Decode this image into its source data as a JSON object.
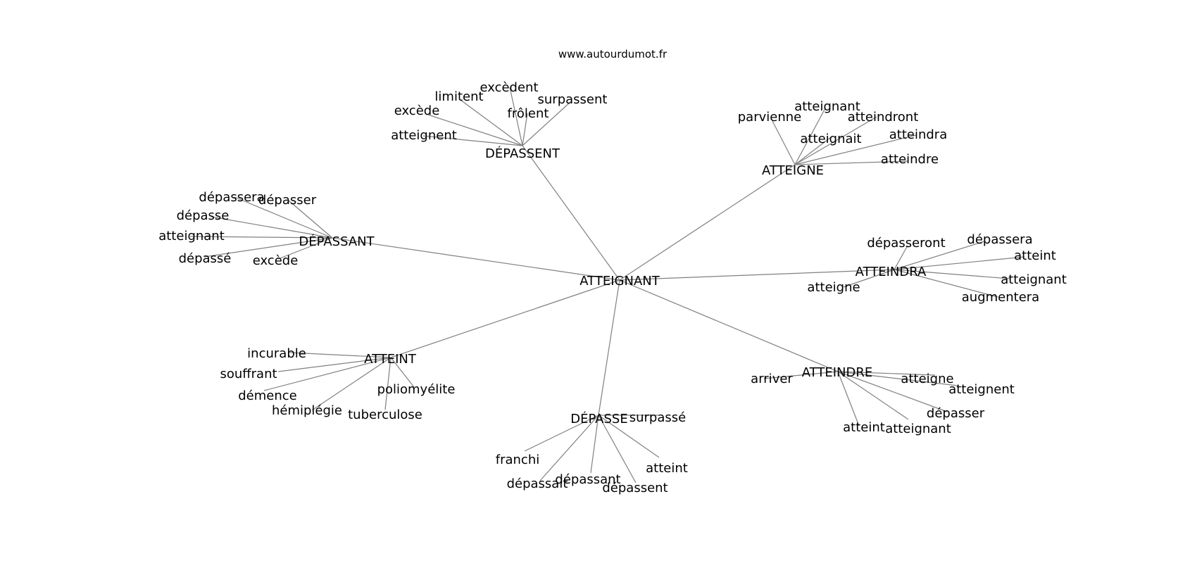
{
  "site": "www.autourdumot.fr",
  "center": "ATTEIGNANT",
  "clusters": [
    {
      "hub": "DÉPASSENT",
      "leaves": [
        "atteignent",
        "excède",
        "limitent",
        "excèdent",
        "frôlent",
        "surpassent"
      ]
    },
    {
      "hub": "ATTEIGNE",
      "leaves": [
        "parvienne",
        "atteignant",
        "atteindront",
        "atteignait",
        "atteindra",
        "atteindre"
      ]
    },
    {
      "hub": "DÉPASSANT",
      "leaves": [
        "dépassera",
        "dépasser",
        "dépasse",
        "atteignant",
        "dépassé",
        "excède"
      ]
    },
    {
      "hub": "ATTEINDRA",
      "leaves": [
        "dépasseront",
        "dépassera",
        "atteint",
        "atteignant",
        "augmentera",
        "atteigne"
      ]
    },
    {
      "hub": "ATTEINT",
      "leaves": [
        "incurable",
        "souffrant",
        "démence",
        "hémiplégie",
        "tuberculose",
        "poliomyélite"
      ]
    },
    {
      "hub": "ATTEINDRE",
      "leaves": [
        "arriver",
        "atteigne",
        "atteignent",
        "dépasser",
        "atteignant",
        "atteint"
      ]
    },
    {
      "hub": "DÉPASSE",
      "leaves": [
        "surpassé",
        "franchi",
        "dépassait",
        "dépassant",
        "dépassent",
        "atteint"
      ]
    }
  ]
}
